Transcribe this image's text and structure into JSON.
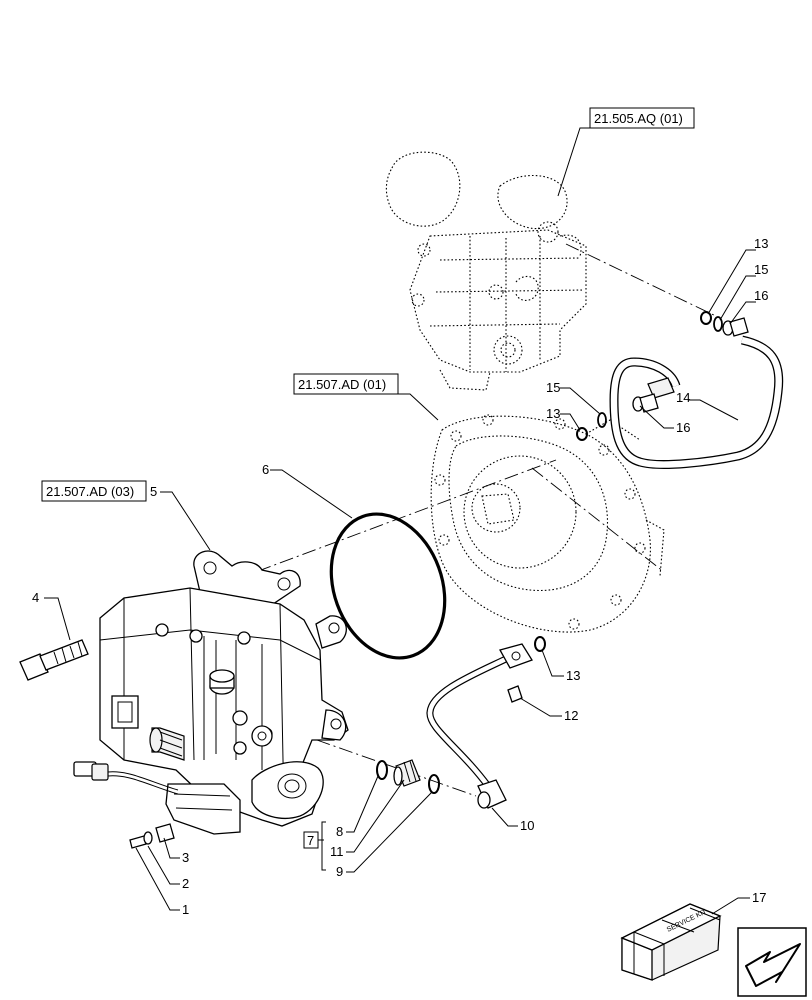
{
  "references": [
    {
      "id": "ref-21-505-aq-01",
      "text": "21.505.AQ (01)"
    },
    {
      "id": "ref-21-507-ad-01",
      "text": "21.507.AD (01)"
    },
    {
      "id": "ref-21-507-ad-03",
      "text": "21.507.AD (03)"
    }
  ],
  "callouts": {
    "c1": "1",
    "c2": "2",
    "c3": "3",
    "c4": "4",
    "c5": "5",
    "c6": "6",
    "c7": "7",
    "c8": "8",
    "c9": "9",
    "c10": "10",
    "c11": "11",
    "c12": "12",
    "c13a": "13",
    "c13b": "13",
    "c13c": "13",
    "c14": "14",
    "c15a": "15",
    "c15b": "15",
    "c16a": "16",
    "c16b": "16",
    "c17": "17"
  },
  "kit_label": "SERVICE KIT",
  "nav": {
    "icon": "arrow-left-down-icon"
  }
}
